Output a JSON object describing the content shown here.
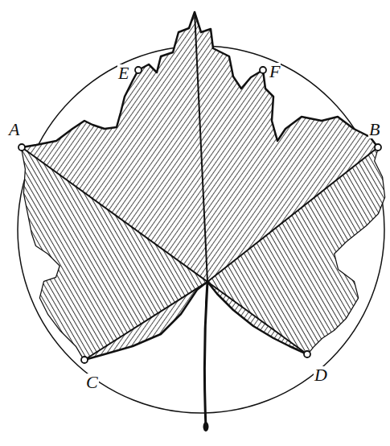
{
  "diagram": {
    "labels": [
      "E",
      "F",
      "A",
      "B",
      "C",
      "D"
    ]
  }
}
